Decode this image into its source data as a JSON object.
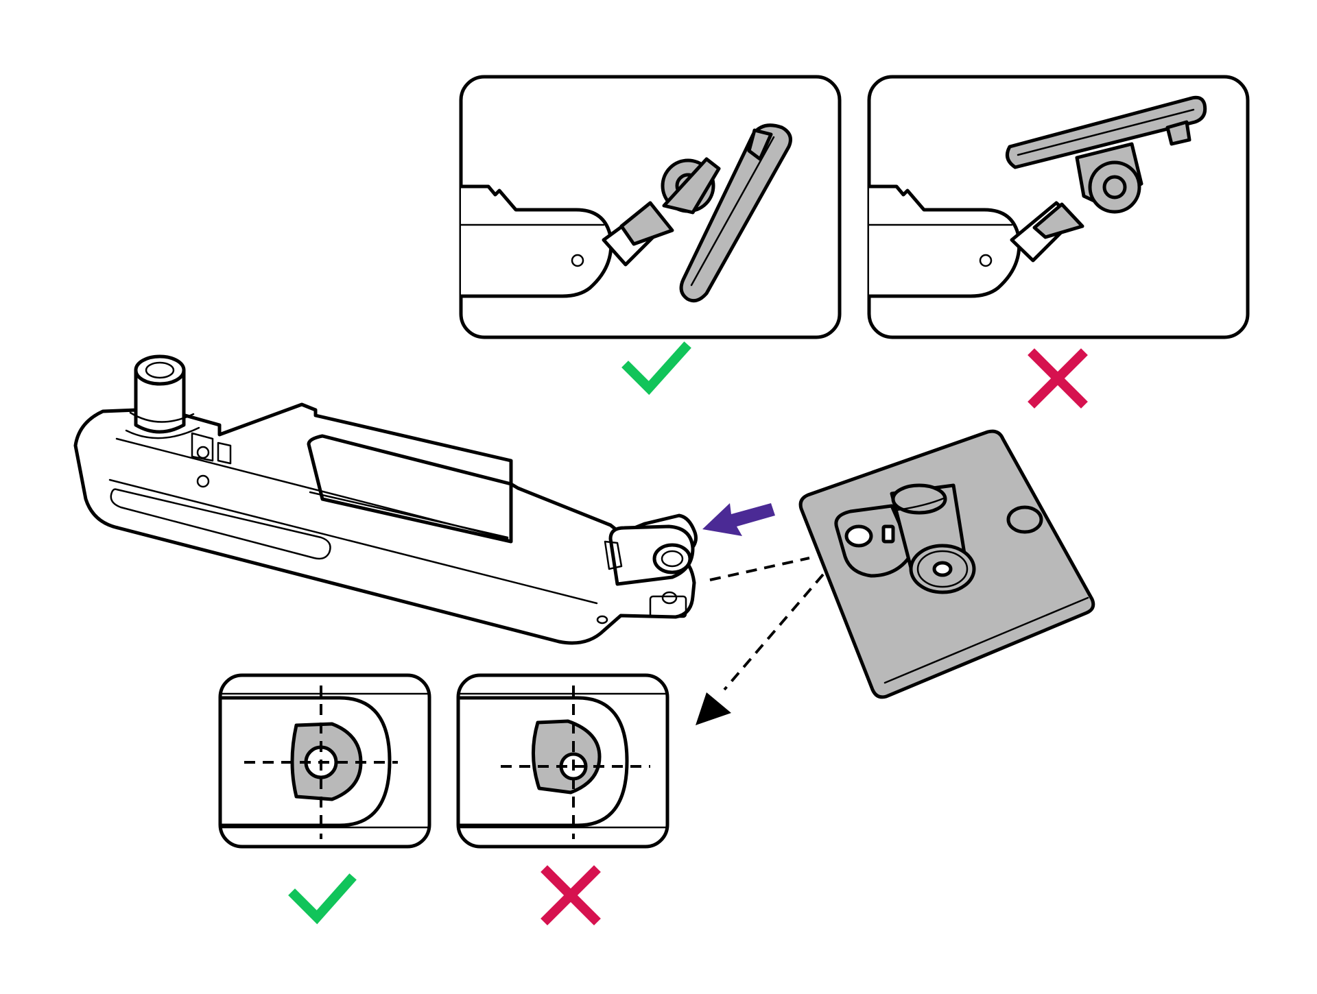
{
  "figure": {
    "title": "",
    "panels": [
      {
        "id": "angle-correct",
        "verdict": "correct"
      },
      {
        "id": "angle-incorrect",
        "verdict": "incorrect"
      },
      {
        "id": "align-correct",
        "verdict": "correct"
      },
      {
        "id": "align-incorrect",
        "verdict": "incorrect"
      }
    ],
    "icons": {
      "correct": "check-icon",
      "incorrect": "cross-icon",
      "insert_direction": "arrow-left-icon",
      "detail_pointer": "dashed-arrow-icon"
    }
  },
  "colors": {
    "correct": "#11c45a",
    "incorrect": "#d6124f",
    "direction_arrow": "#4b2a95",
    "part_fill": "#b9b9b9",
    "outline": "#000000"
  }
}
